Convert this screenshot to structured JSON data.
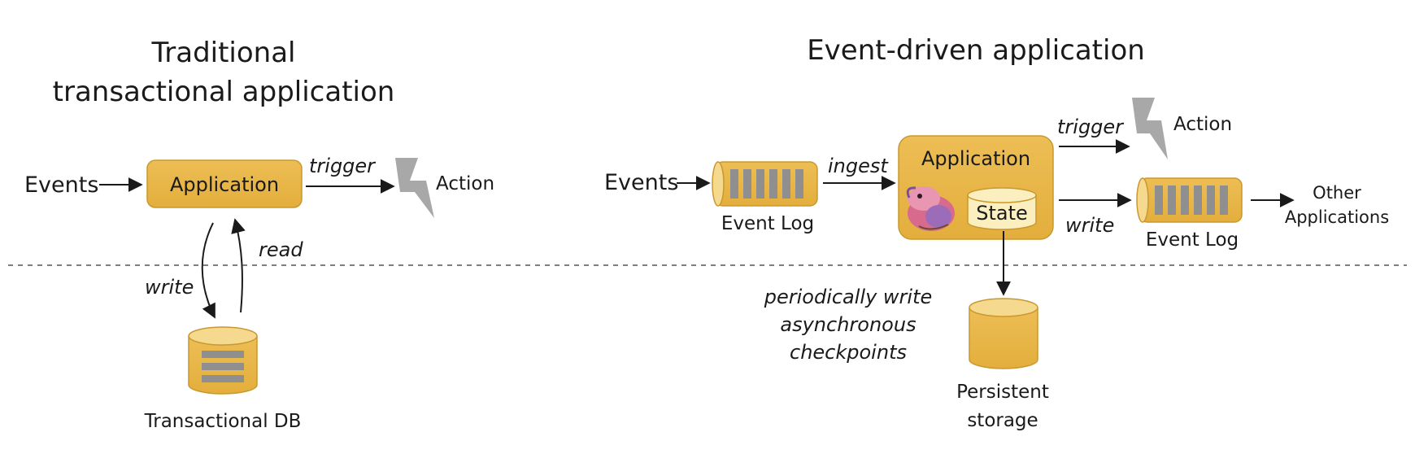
{
  "left": {
    "title_line1": "Traditional",
    "title_line2": "transactional application",
    "events": "Events",
    "application": "Application",
    "trigger": "trigger",
    "action": "Action",
    "read": "read",
    "write": "write",
    "db_label": "Transactional DB"
  },
  "right": {
    "title": "Event-driven application",
    "events": "Events",
    "event_log_in": "Event Log",
    "ingest": "ingest",
    "application": "Application",
    "state": "State",
    "trigger": "trigger",
    "action": "Action",
    "write": "write",
    "event_log_out": "Event Log",
    "other_line1": "Other",
    "other_line2": "Applications",
    "checkpoint_line1": "periodically write",
    "checkpoint_line2": "asynchronous",
    "checkpoint_line3": "checkpoints",
    "storage_line1": "Persistent",
    "storage_line2": "storage"
  },
  "colors": {
    "gold": "#E8B647",
    "gold_light": "#F5D98E",
    "gold_stroke": "#C9982E",
    "state_fill": "#FBEFC0",
    "bar_gray": "#8F8F8F",
    "lightning": "#A8A8A8"
  }
}
